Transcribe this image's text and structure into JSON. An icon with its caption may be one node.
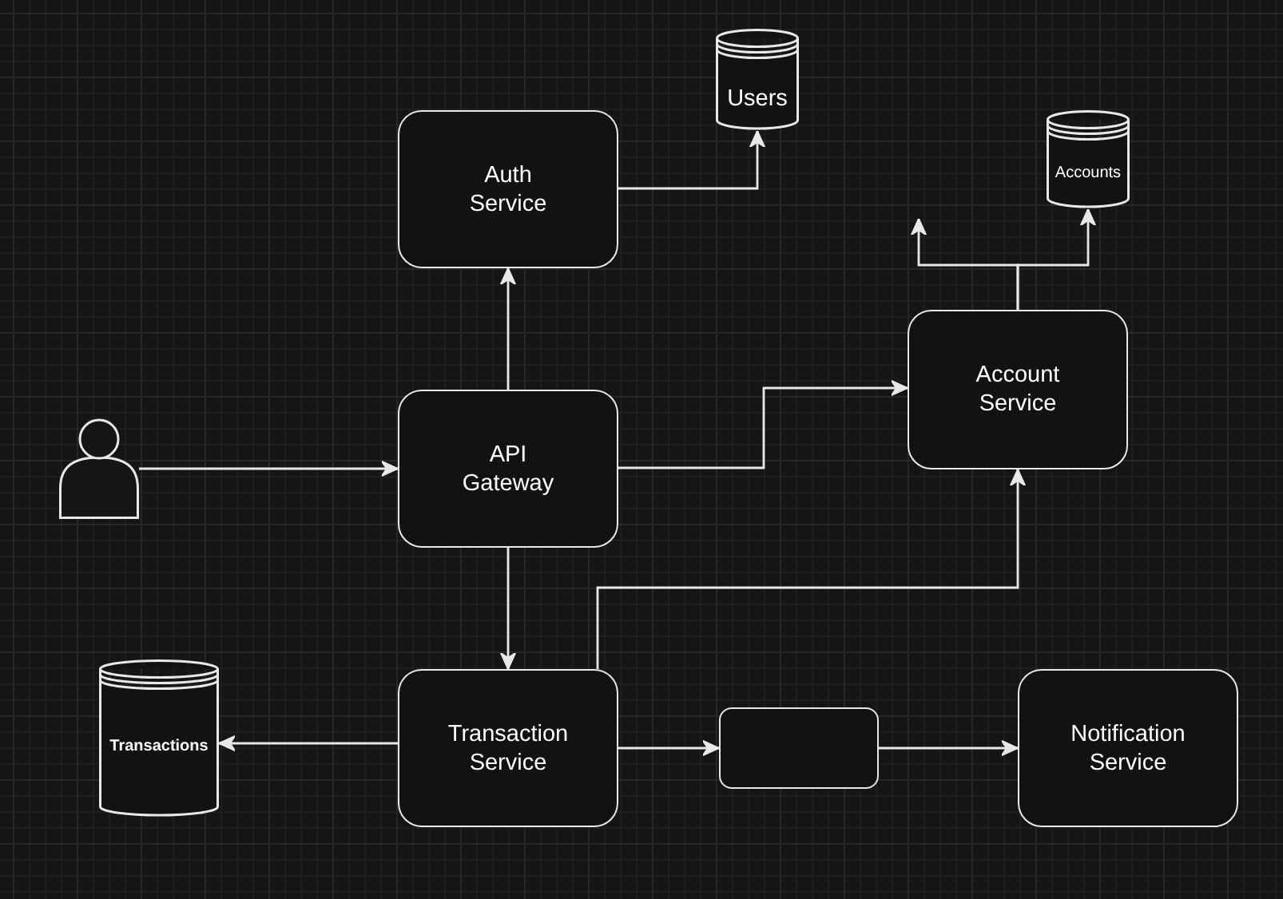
{
  "diagram": {
    "nodes": [
      {
        "text": [],
        "shape": "person"
      },
      {
        "text": [
          "Auth Service"
        ]
      },
      {
        "text": [
          "Users"
        ]
      },
      {
        "text": [
          "Accounts"
        ]
      },
      {
        "text": [
          "Account Service"
        ]
      },
      {
        "text": [
          "API Gateway"
        ]
      },
      {
        "text": [
          "Transactions"
        ]
      },
      {
        "text": [
          "Transaction Service"
        ]
      },
      {
        "text": [],
        "shape": "box"
      },
      {
        "text": [
          "Notification Service"
        ]
      }
    ],
    "edges": [
      {
        "from": 0,
        "to": 5,
        "arrow": "to"
      },
      {
        "from": 5,
        "to": 1,
        "arrow": "to"
      },
      {
        "from": 1,
        "to": 2,
        "arrow": "to"
      },
      {
        "from": 5,
        "to": 4,
        "arrow": "to"
      },
      {
        "from": 4,
        "to": null,
        "arrow": "to"
      },
      {
        "from": 4,
        "to": 3,
        "arrow": "to"
      },
      {
        "from": 5,
        "to": 7,
        "arrow": "to"
      },
      {
        "from": 7,
        "to": 4,
        "arrow": "to"
      },
      {
        "from": 7,
        "to": 6,
        "arrow": "to"
      },
      {
        "from": 7,
        "to": 8,
        "arrow": "to"
      },
      {
        "from": 8,
        "to": 9,
        "arrow": "to"
      }
    ]
  }
}
